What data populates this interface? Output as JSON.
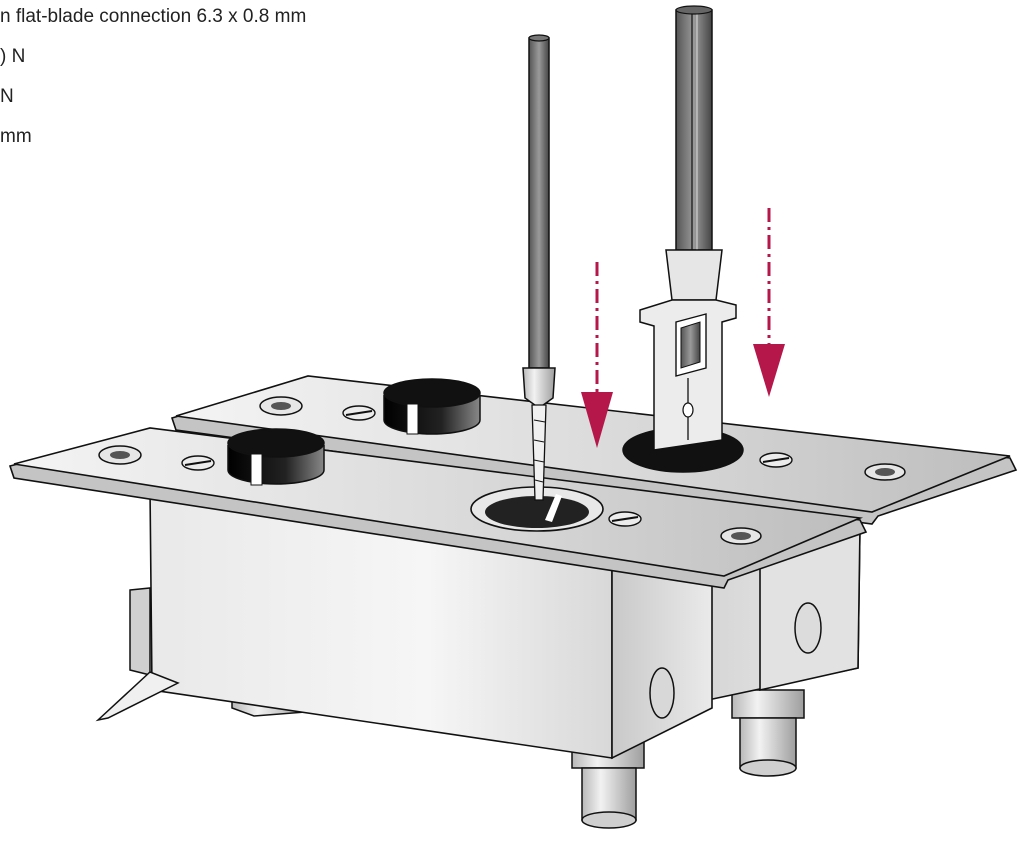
{
  "specs": [
    "n flat-blade connection 6.3 x 0.8 mm",
    ") N",
    "N",
    "mm"
  ],
  "colors": {
    "arrow": "#b5174b",
    "line": "#111111",
    "metal_light": "#eeeeee",
    "metal_mid": "#d6d6d6",
    "metal_dark": "#9a9a9a",
    "black": "#111111"
  }
}
